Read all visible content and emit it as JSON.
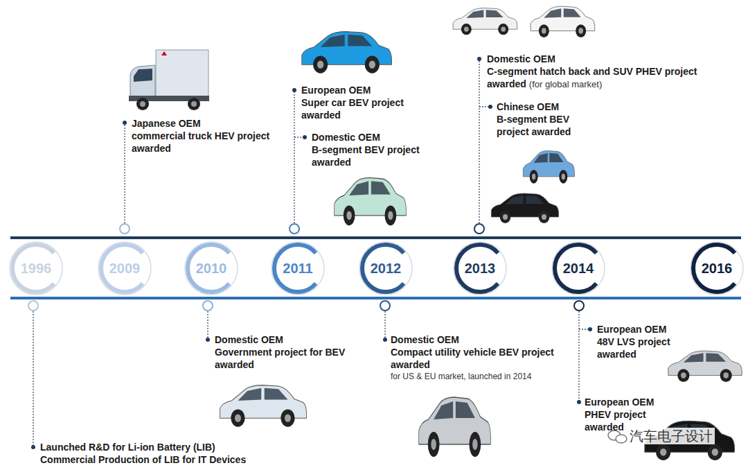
{
  "diagram": {
    "nodes": [
      {
        "text": [
          "1996"
        ]
      },
      {
        "text": [
          "2009"
        ]
      },
      {
        "text": [
          "2010"
        ]
      },
      {
        "text": [
          "2011"
        ]
      },
      {
        "text": [
          "2012"
        ]
      },
      {
        "text": [
          "2013"
        ]
      },
      {
        "text": [
          "2014"
        ]
      },
      {
        "text": [
          "2016"
        ]
      }
    ],
    "labels": [
      "Japanese OEM",
      "commercial truck HEV project awarded",
      "European OEM",
      "Super car BEV project awarded",
      "Domestic OEM",
      "B-segment BEV project awarded",
      "Domestic OEM",
      "C-segment hatch back and SUV PHEV project awarded",
      "(for global market)",
      "Chinese OEM",
      "B-segment BEV project awarded",
      "Domestic OEM",
      "Government project for BEV awarded",
      "Domestic OEM",
      "Compact utility vehicle BEV project awarded",
      "for US & EU market, launched in 2014",
      "European OEM",
      "48V LVS project awarded",
      "European OEM",
      "PHEV project awarded",
      "Launched R&D for Li-ion Battery (LIB)",
      "Commercial Production of LIB for IT Devices",
      "汽车电子设计"
    ]
  }
}
